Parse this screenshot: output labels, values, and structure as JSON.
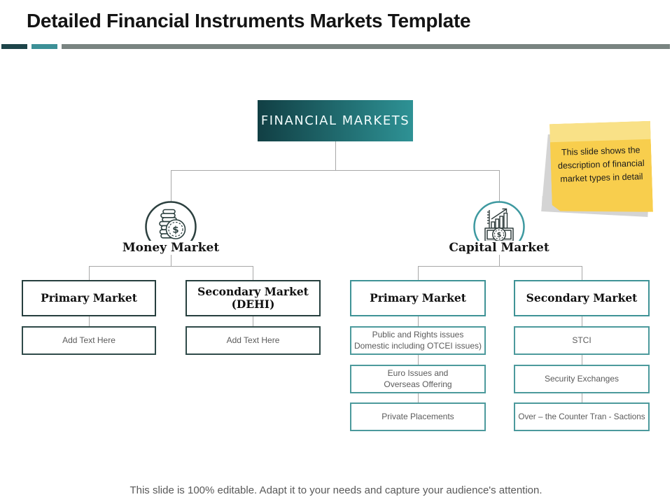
{
  "title": "Detailed Financial Instruments Markets Template",
  "footer": "This slide is 100% editable. Adapt it to your needs and capture your audience's attention.",
  "root_label": "FINANCIAL MARKETS",
  "sticky_note": "This slide shows the description of financial market types in detail",
  "money": {
    "label": "Money Market",
    "primary_title": "Primary Market",
    "primary_item": "Add Text Here",
    "secondary_title_line1": "Secondary Market",
    "secondary_title_line2": "(DEHI)",
    "secondary_item": "Add Text Here"
  },
  "capital": {
    "label": "Capital Market",
    "primary_title": "Primary Market",
    "primary_item1_line1": "Public and Rights issues",
    "primary_item1_line2": "Domestic including OTCEI  issues)",
    "primary_item2_line1": "Euro Issues and",
    "primary_item2_line2": "Overseas Offering",
    "primary_item3": "Private Placements",
    "secondary_title": "Secondary Market",
    "secondary_item1": "STCI",
    "secondary_item2": "Security Exchanges",
    "secondary_item3": "Over – the Counter Tran - Sactions"
  },
  "colors": {
    "accent_dark": "#1D4449",
    "accent_teal": "#3C9097",
    "divider_gray": "#798481",
    "dark_box_border": "#263F3E",
    "teal_box_border": "#3F9396",
    "root_gradient_start": "#113F44",
    "root_gradient_end": "#2E9295",
    "note_yellow": "#F8CE4D",
    "note_yellow_light": "#F9E187",
    "connector_gray": "#A8A8A8"
  }
}
